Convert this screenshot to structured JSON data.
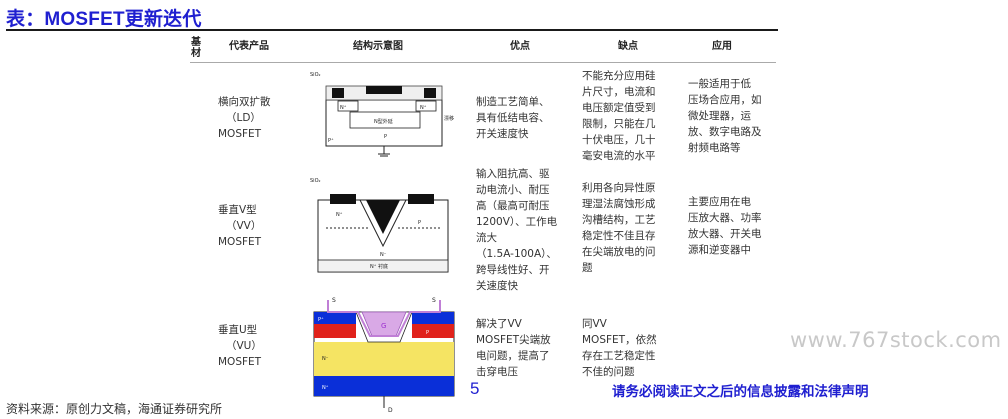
{
  "title": "表：MOSFET更新迭代",
  "headers": [
    "基材",
    "代表产品",
    "结构示意图",
    "优点",
    "缺点",
    "应用"
  ],
  "rows": [
    {
      "product": [
        "横向双扩散",
        "（LD）",
        "MOSFET"
      ],
      "diagram_labels": [
        "SiO₂",
        "N⁺",
        "N⁺",
        "P",
        "N型外延",
        "P⁺",
        "漂移"
      ],
      "pros": [
        "制造工艺简单、",
        "具有低结电容、",
        "开关速度快"
      ],
      "cons": [
        "不能充分应用硅",
        "片尺寸，电流和",
        "电压额定值受到",
        "限制，只能在几",
        "十伏电压，几十",
        "毫安电流的水平"
      ],
      "app": [
        "一般适用于低",
        "压场合应用，如",
        "微处理器，运",
        "放、数字电路及",
        "射频电路等"
      ]
    },
    {
      "product": [
        "垂直V型",
        "（VV）",
        "MOSFET"
      ],
      "diagram_labels": [
        "SiO₂",
        "N⁺",
        "P",
        "N⁻",
        "N⁺ 衬底"
      ],
      "pros": [
        "输入阻抗高、驱",
        "动电流小、耐压",
        "高（最高可耐压",
        "1200V）、工作电",
        "流大",
        "（1.5A-100A）、",
        "跨导线性好、开",
        "关速度快"
      ],
      "cons": [
        "利用各向异性原",
        "理湿法腐蚀形成",
        "沟槽结构，工艺",
        "稳定性不佳且存",
        "在尖端放电的问",
        "题"
      ],
      "app": [
        "主要应用在电",
        "压放大器、功率",
        "放大器、开关电",
        "源和逆变器中"
      ]
    },
    {
      "product": [
        "垂直U型",
        "（VU）",
        "MOSFET"
      ],
      "diagram_labels": [
        "S",
        "G",
        "S",
        "P⁺",
        "P",
        "N⁻",
        "N⁺",
        "D"
      ],
      "pros": [
        "解决了VV",
        "MOSFET尖端放",
        "电问题，提高了",
        "击穿电压"
      ],
      "cons": [
        "同VV",
        "MOSFET，依然",
        "存在工艺稳定性",
        "不佳的问题"
      ]
    }
  ],
  "page_number": "5",
  "legal_notice": "请务必阅读正文之后的信息披露和法律声明",
  "source": "资料来源：原创力文稿，海通证券研究所",
  "watermark": "www.767stock.com",
  "colors": {
    "title": "#1f1fd0",
    "n_plus": "#0a2fd8",
    "p_plus": "#e0221b",
    "n_minus": "#f5e463",
    "gate": "#d9a9e6"
  }
}
